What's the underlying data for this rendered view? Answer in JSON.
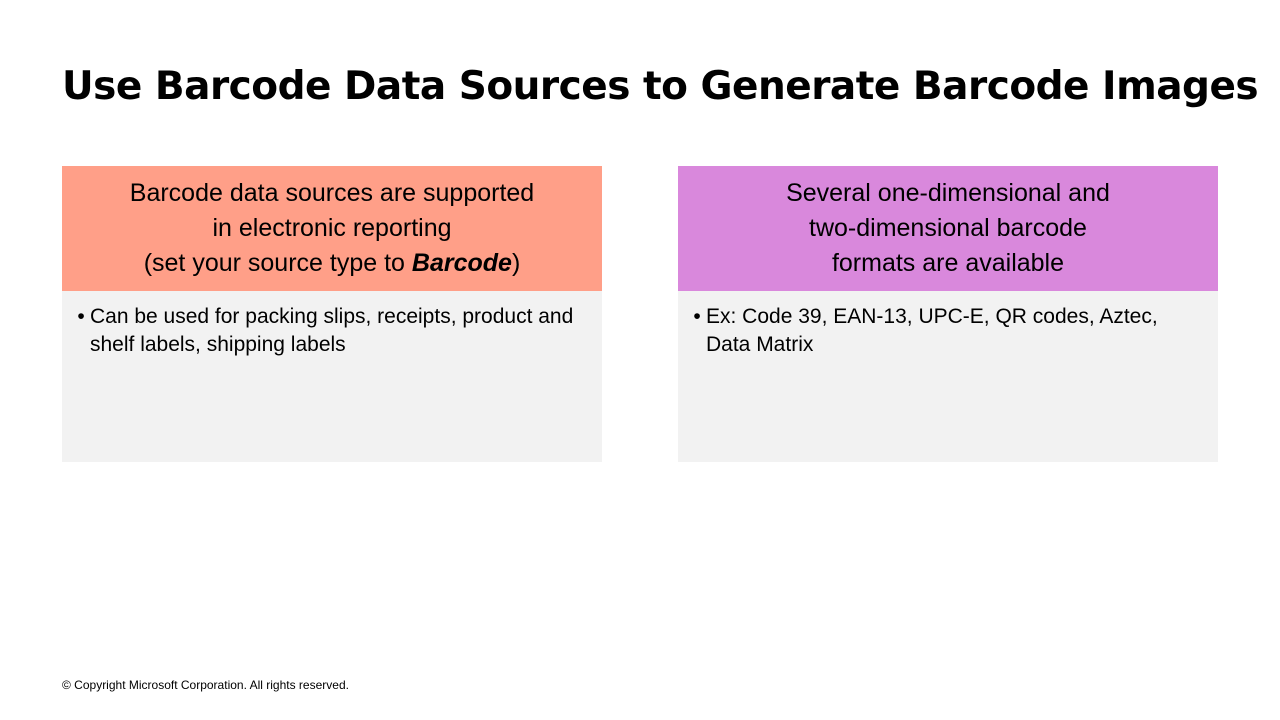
{
  "title": "Use Barcode Data Sources to Generate Barcode Images",
  "cards": [
    {
      "header_lines": [
        "Barcode data sources are supported",
        "in electronic reporting"
      ],
      "header_prefix": "(set your source type to ",
      "header_emphasis": "Barcode",
      "header_suffix": ")",
      "bullet": "Can be used for packing slips, receipts, product and shelf labels, shipping labels",
      "color": "#ff9f88"
    },
    {
      "header_lines": [
        "Several one-dimensional and",
        "two-dimensional barcode",
        "formats are available"
      ],
      "bullet": "Ex: Code 39, EAN-13, UPC-E, QR codes, Aztec, Data Matrix",
      "color": "#d988dc"
    }
  ],
  "footer": "© Copyright Microsoft Corporation. All rights reserved."
}
